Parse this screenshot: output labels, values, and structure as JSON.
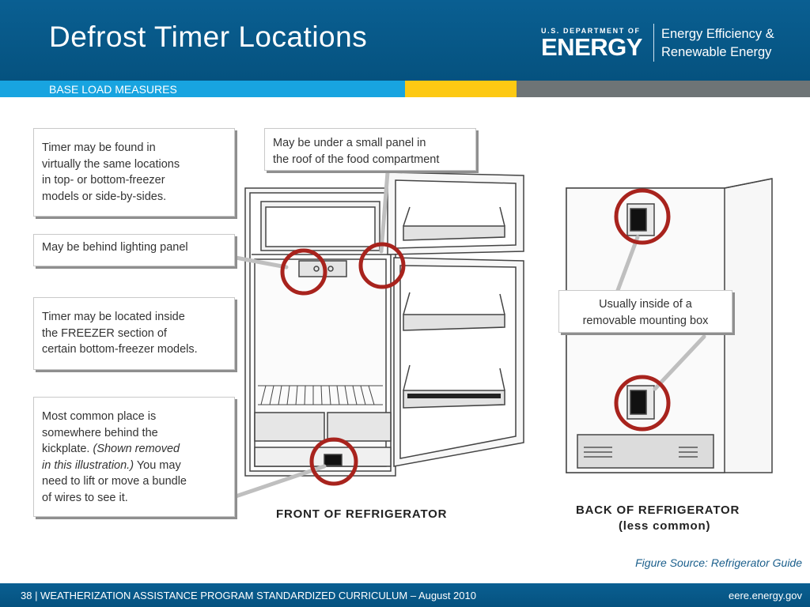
{
  "header": {
    "title": "Defrost Timer Locations",
    "logo": {
      "small": "U.S. DEPARTMENT OF",
      "big": "ENERGY",
      "right_line1": "Energy Efficiency &",
      "right_line2": "Renewable Energy"
    }
  },
  "subbar": {
    "label": "BASE LOAD MEASURES"
  },
  "callouts": {
    "top_or_bottom_freezer": [
      "Timer may be found in",
      "virtually the same locations",
      "in top- or bottom-freezer",
      "models or side-by-sides."
    ],
    "lighting_panel": "May be behind lighting panel",
    "freezer_section": [
      "Timer may be located inside",
      "the FREEZER section of",
      "certain bottom-freezer models."
    ],
    "kickplate": {
      "l1": "Most common place is",
      "l2": "somewhere behind the",
      "l3a": "kickplate. ",
      "l3b": "(Shown removed",
      "l4a": "in this illustration.)",
      "l4b": " You may",
      "l5": "need to lift or move a bundle",
      "l6": "of wires to see it."
    },
    "roof_panel": [
      "May be under a small panel in",
      "the roof of the food compartment"
    ],
    "mounting_box": [
      "Usually inside of a",
      "removable mounting box"
    ]
  },
  "figure": {
    "front_label": "FRONT OF REFRIGERATOR",
    "back_label_1": "BACK OF REFRIGERATOR",
    "back_label_2": "(less common)",
    "source": "Figure Source: Refrigerator Guide"
  },
  "footer": {
    "left": "38 | WEATHERIZATION ASSISTANCE PROGRAM STANDARDIZED CURRICULUM – August 2010",
    "right": "eere.energy.gov"
  },
  "colors": {
    "header_blue": "#0a5f92",
    "bar_blue": "#18a4e0",
    "bar_yellow": "#fdc913",
    "bar_gray": "#6e7476",
    "circle_red": "#a8231d"
  }
}
